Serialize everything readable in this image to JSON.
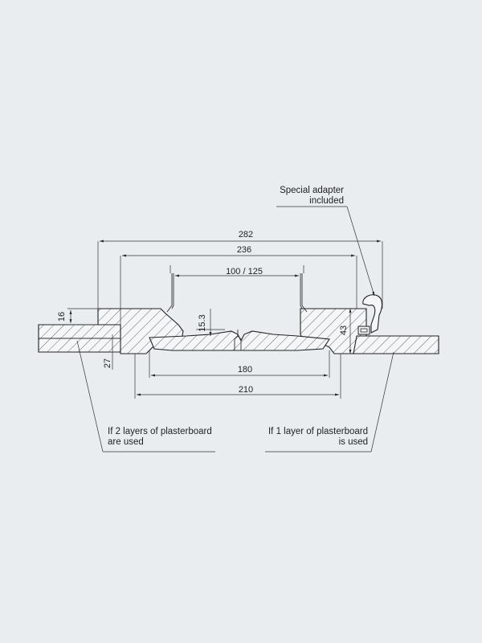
{
  "dimensions": {
    "overall_width": "282",
    "outer_width": "236",
    "neck_diameter": "100 / 125",
    "left_thickness": "16",
    "board_thickness": "27",
    "disc_height": "15.3",
    "right_height": "43",
    "disc_width": "180",
    "inner_width": "210"
  },
  "notes": {
    "adapter_line1": "Special adapter",
    "adapter_line2": "included",
    "two_layers_line1": "If 2 layers of plasterboard",
    "two_layers_line2": "are used",
    "one_layer_line1": "If 1 layer of plasterboard",
    "one_layer_line2": "is used"
  }
}
